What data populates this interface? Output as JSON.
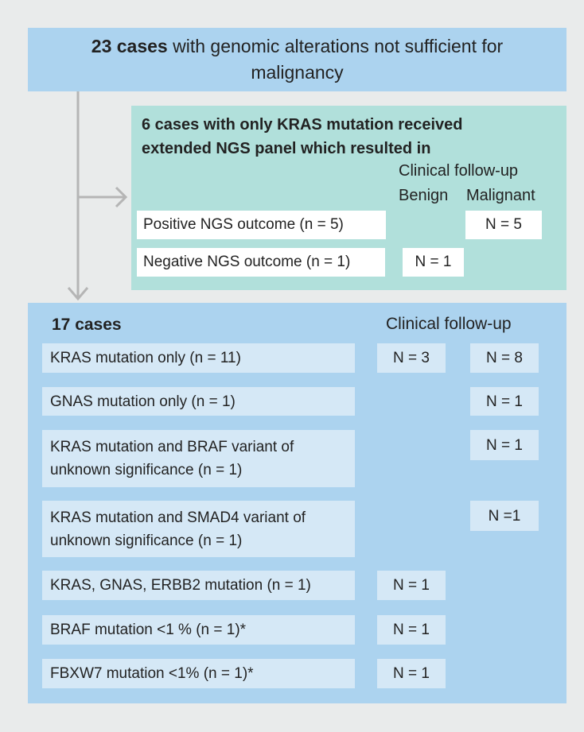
{
  "top": {
    "bold": "23 cases",
    "text": " with genomic alterations not sufficient for malignancy"
  },
  "ngs": {
    "title": "6 cases with only KRAS mutation received extended NGS panel which resulted in",
    "followup": "Clinical follow-up",
    "benign": "Benign",
    "malignant": "Malignant",
    "rows": [
      {
        "label": "Positive NGS outcome (n = 5)",
        "benign": "",
        "malignant": "N = 5"
      },
      {
        "label": "Negative NGS outcome (n = 1)",
        "benign": "N = 1",
        "malignant": ""
      }
    ]
  },
  "main": {
    "title": "17 cases",
    "followup": "Clinical follow-up",
    "rows": [
      {
        "label": "KRAS mutation only (n = 11)",
        "benign": "N = 3",
        "malignant": "N = 8"
      },
      {
        "label": "GNAS mutation only (n = 1)",
        "benign": "",
        "malignant": "N = 1"
      },
      {
        "label": "KRAS mutation and BRAF variant of unknown significance (n = 1)",
        "benign": "",
        "malignant": "N = 1"
      },
      {
        "label": "KRAS mutation and SMAD4 variant of unknown significance (n = 1)",
        "benign": "",
        "malignant": "N =1"
      },
      {
        "label": "KRAS, GNAS, ERBB2 mutation (n = 1)",
        "benign": "N = 1",
        "malignant": ""
      },
      {
        "label": "BRAF mutation <1 % (n = 1)*",
        "benign": "N = 1",
        "malignant": ""
      },
      {
        "label": "FBXW7 mutation <1% (n = 1)*",
        "benign": "N = 1",
        "malignant": ""
      }
    ]
  },
  "colors": {
    "background": "#e9ebeb",
    "blue": "#acd3ef",
    "teal": "#b1e0db",
    "light": "#d5e8f6",
    "arrow": "#b5b5b5"
  }
}
